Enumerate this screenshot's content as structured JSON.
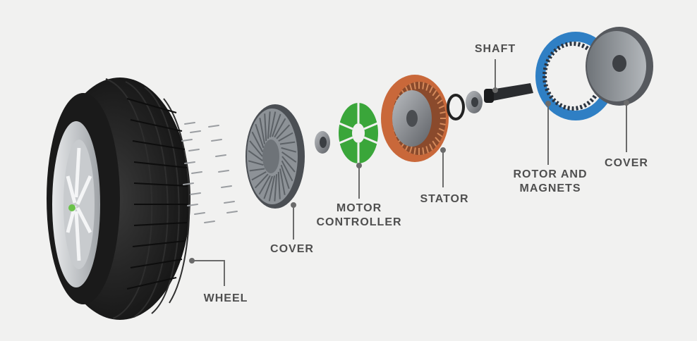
{
  "labels": {
    "shaft": "SHAFT",
    "rotor_line1": "ROTOR AND",
    "rotor_line2": "MAGNETS",
    "cover_right": "COVER",
    "stator": "STATOR",
    "controller_line1": "MOTOR",
    "controller_line2": "CONTROLLER",
    "cover_left": "COVER",
    "wheel": "WHEEL"
  },
  "colors": {
    "background": "#f1f1f0",
    "label_text": "#4f4f4f",
    "leader_line": "#6b6b6b",
    "tire": "#1c1c1c",
    "controller_green": "#3aa63a",
    "stator_copper": "#c9683a",
    "rotor_blue": "#2f7fc4",
    "metal": "#8c8c8c"
  }
}
